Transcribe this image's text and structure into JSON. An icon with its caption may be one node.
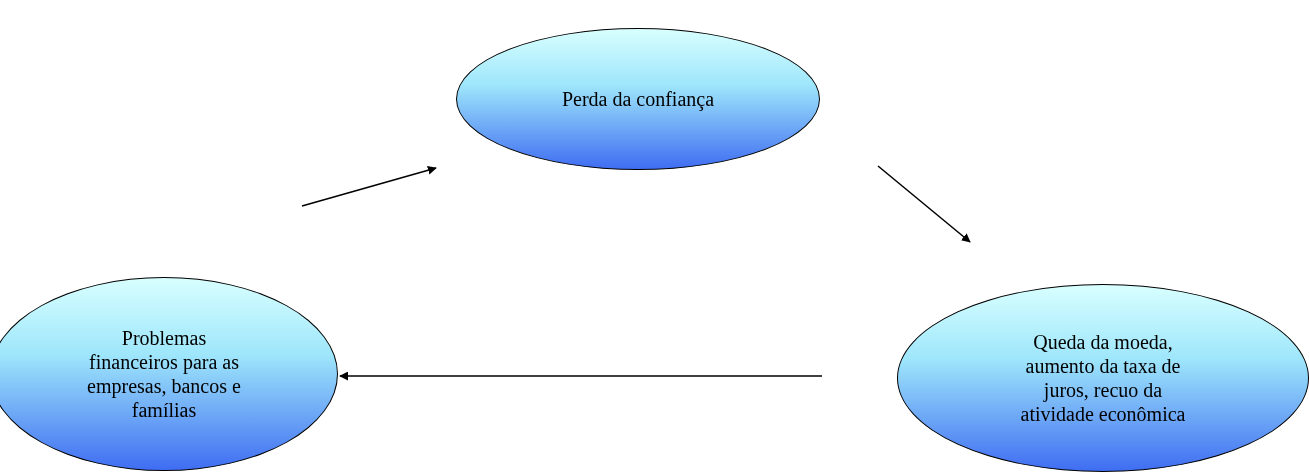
{
  "diagram": {
    "nodes": [
      {
        "text": [
          "Perda da confiança"
        ]
      },
      {
        "text": [
          "Queda da moeda, aumento da taxa de juros, recuo da atividade econômica"
        ]
      },
      {
        "text": [
          "Problemas financeiros para as empresas, bancos e famílias"
        ]
      }
    ],
    "edges": [
      {
        "from": 2,
        "to": 0,
        "arrow": "to"
      },
      {
        "from": 0,
        "to": 1,
        "arrow": "to"
      },
      {
        "from": 1,
        "to": 2,
        "arrow": "to"
      }
    ]
  }
}
